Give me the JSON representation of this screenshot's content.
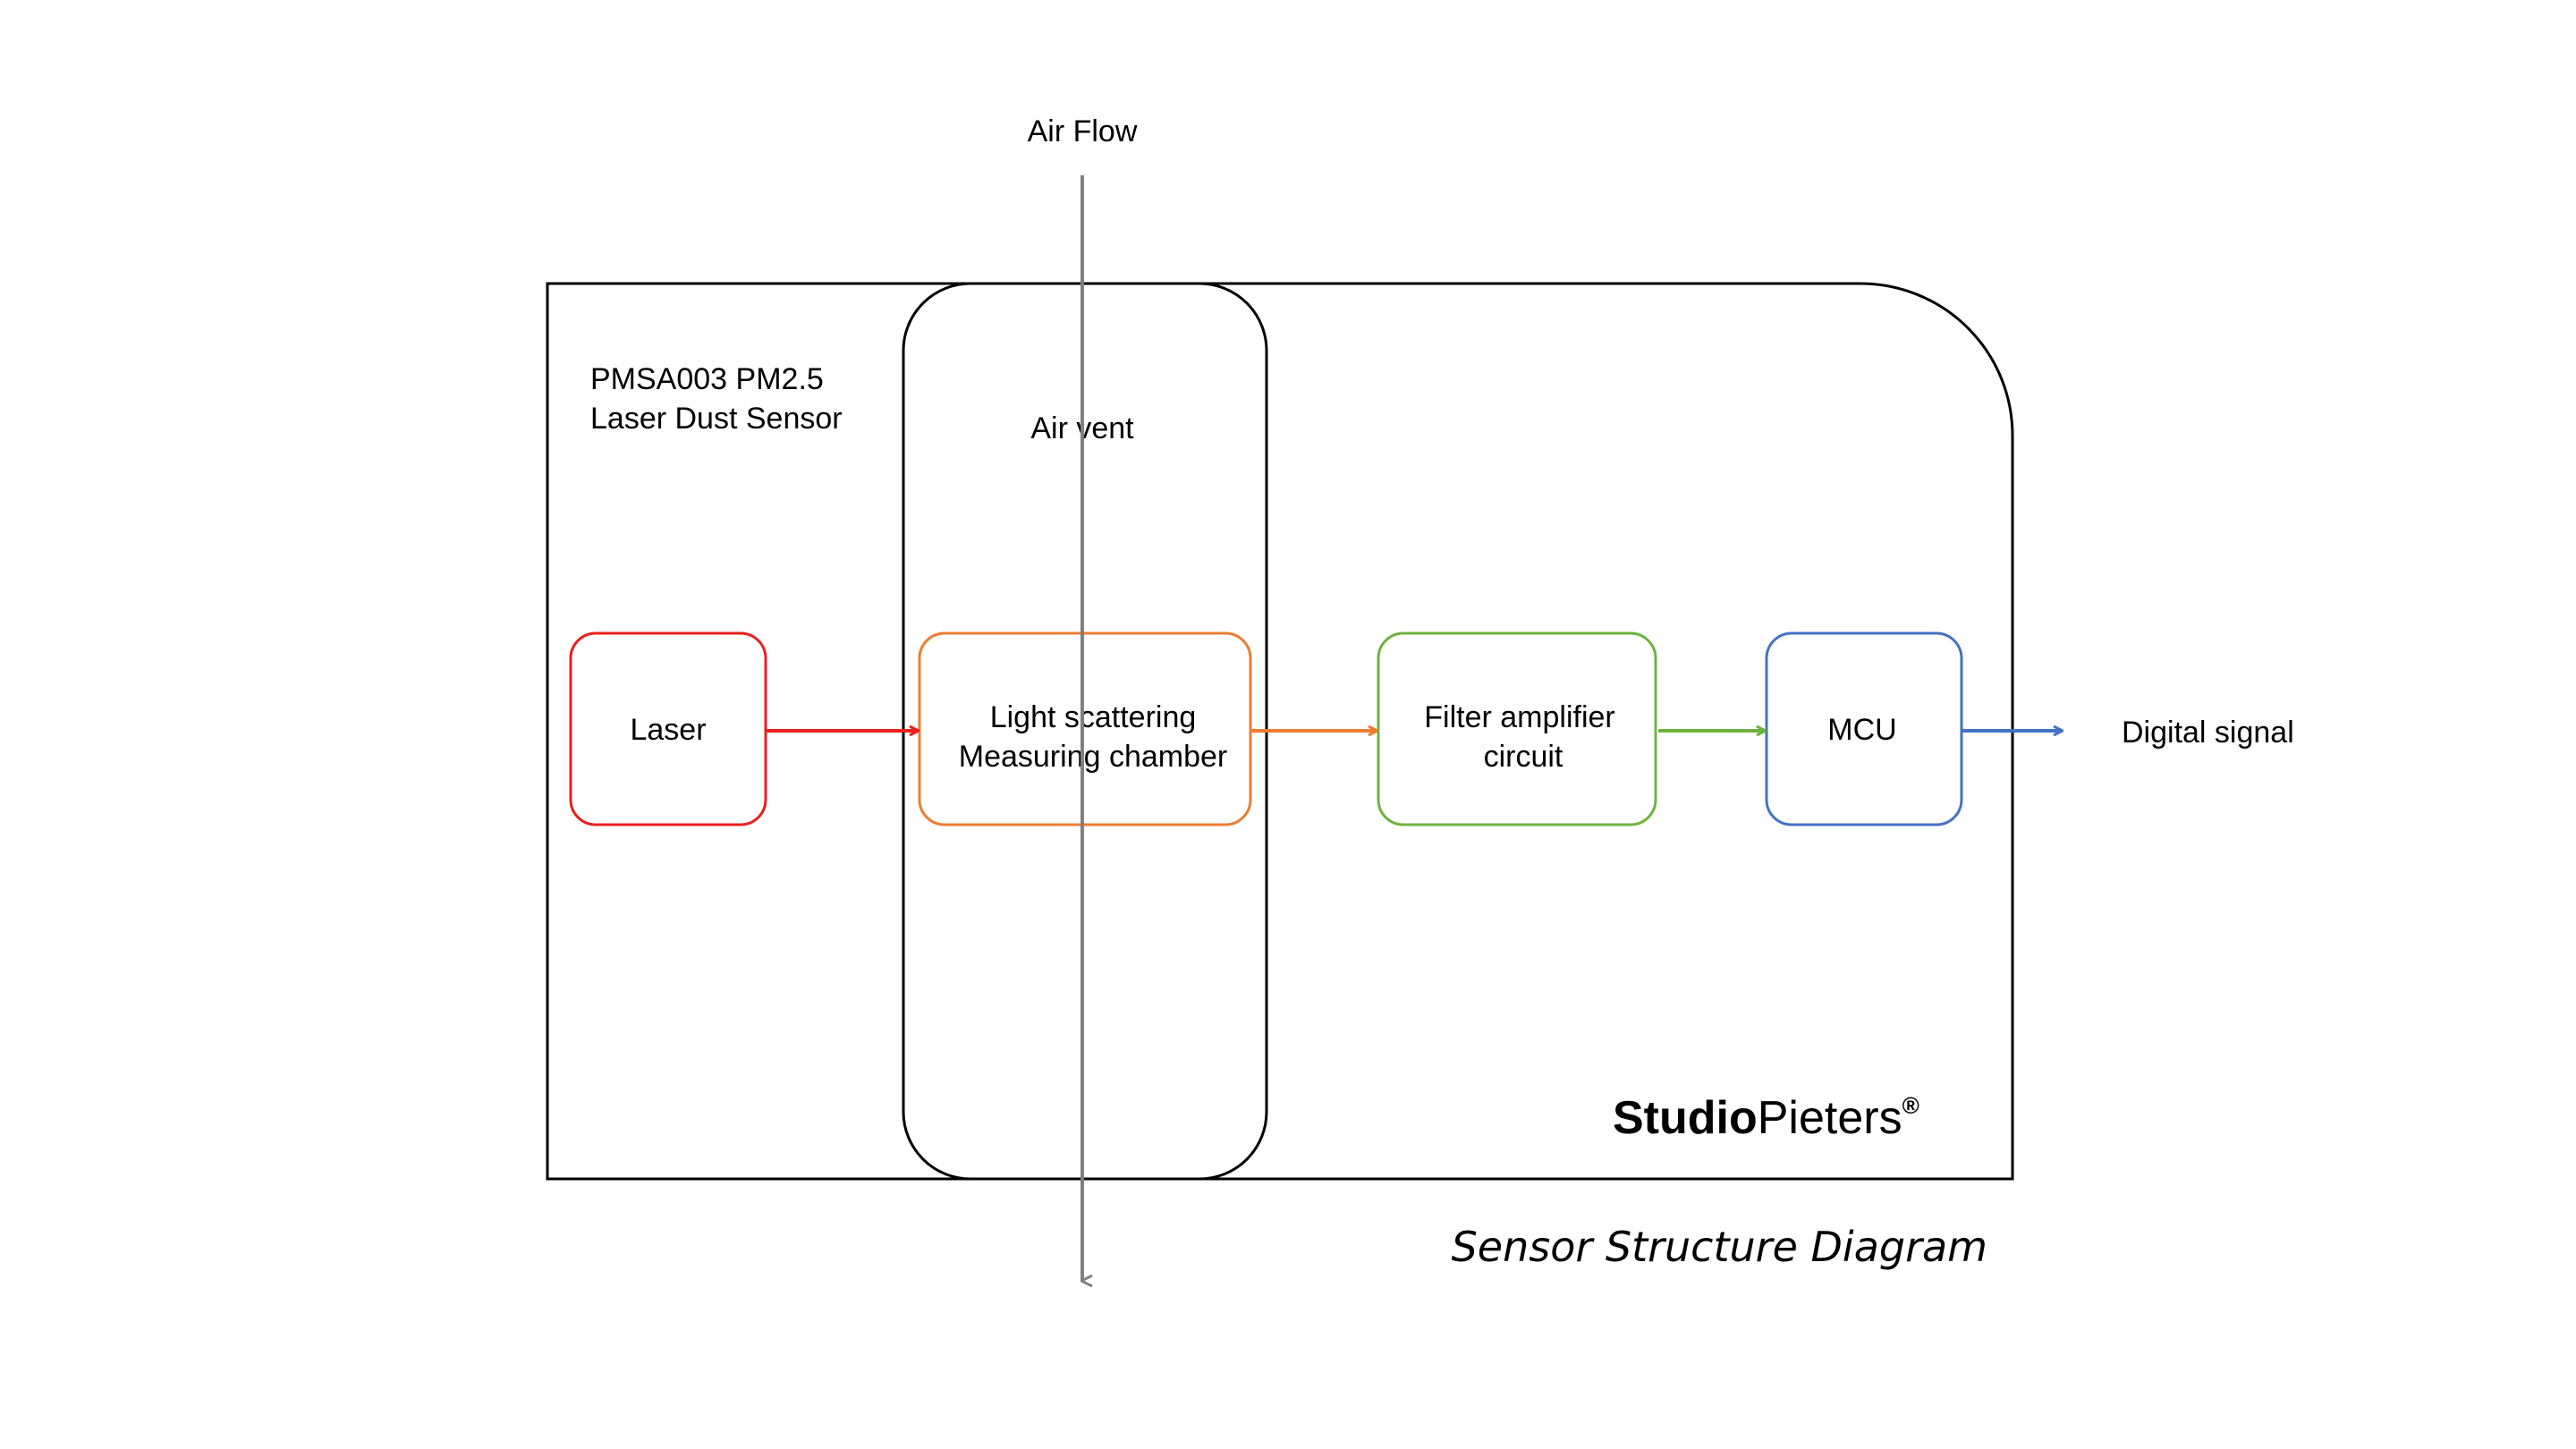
{
  "airflow": {
    "label": "Air Flow",
    "color": "#808080"
  },
  "sensor": {
    "title_line1": "PMSA003 PM2.5",
    "title_line2": "Laser Dust Sensor"
  },
  "vent": {
    "label": "Air vent"
  },
  "nodes": {
    "laser": {
      "label": "Laser",
      "color": "#e8201e"
    },
    "chamber": {
      "line1": "Light scattering",
      "line2": "Measuring chamber",
      "color": "#ec7d31"
    },
    "filter": {
      "line1": "Filter amplifier",
      "line2": "circuit",
      "color": "#6db33f"
    },
    "mcu": {
      "label": "MCU",
      "color": "#4472c4"
    }
  },
  "output": {
    "label": "Digital signal"
  },
  "brand": {
    "bold": "Studio",
    "light": "Pieters",
    "mark": "®"
  },
  "caption": "Sensor Structure Diagram"
}
